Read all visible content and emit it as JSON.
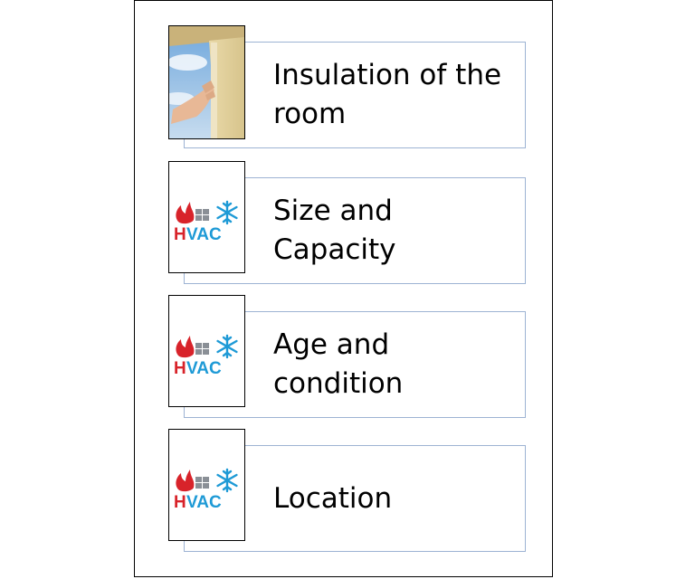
{
  "items": [
    {
      "label": "Insulation of the room",
      "image": "hand-sealing-window-photo"
    },
    {
      "label": "Size and Capacity",
      "image": "hvac-logo"
    },
    {
      "label": "Age and condition",
      "image": "hvac-logo"
    },
    {
      "label": "Location",
      "image": "hvac-logo"
    }
  ],
  "hvac_logo": {
    "text_h": "H",
    "text_vac": "VAC",
    "red": "#d8232a",
    "blue": "#1e9ad6",
    "gray": "#8a8f96"
  }
}
